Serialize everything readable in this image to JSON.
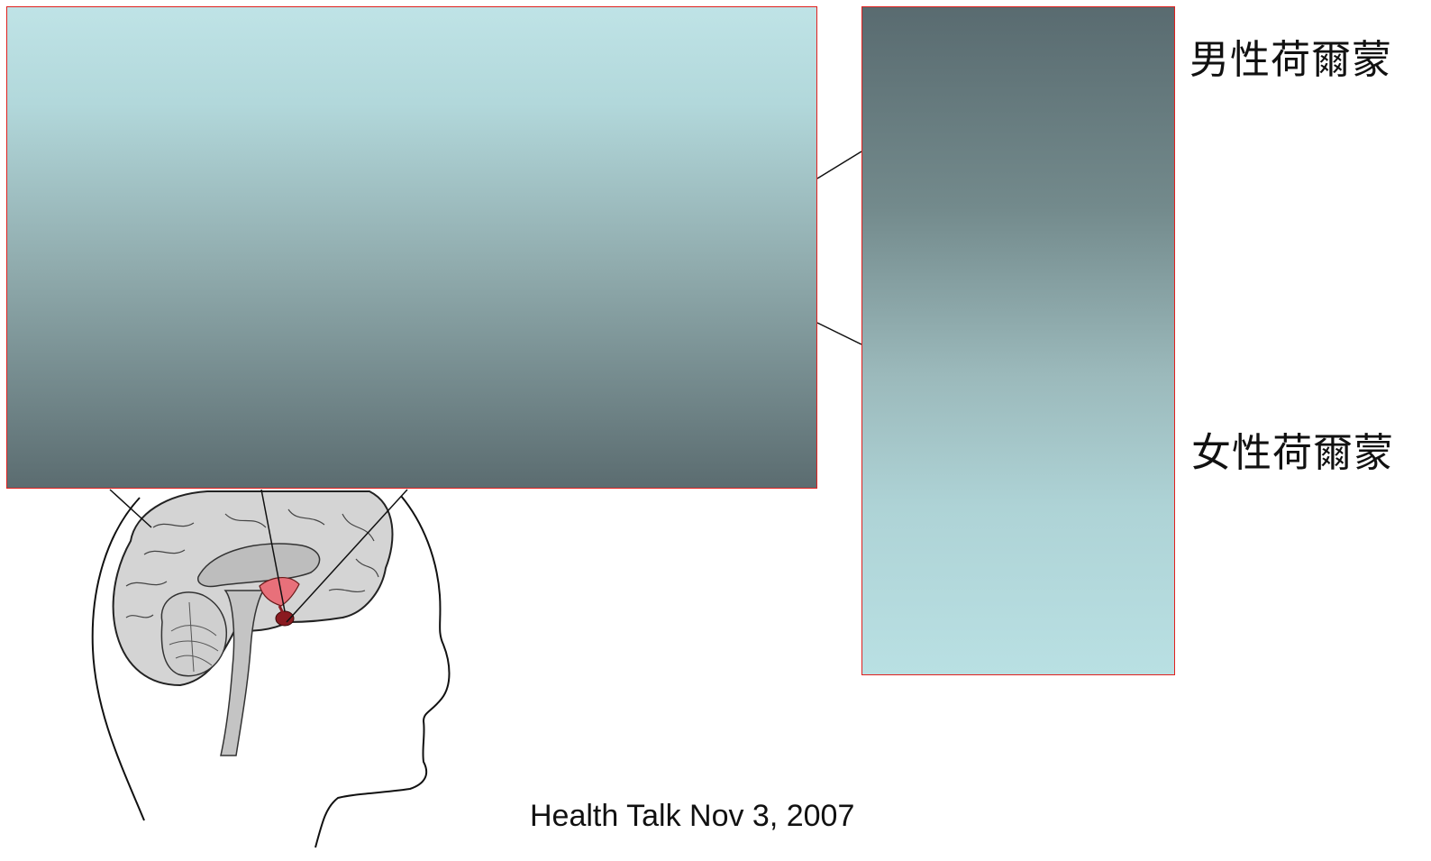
{
  "labels": {
    "male_hormone": "男性荷爾蒙",
    "female_hormone": "女性荷爾蒙"
  },
  "footer": {
    "text": "Health Talk Nov 3, 2007"
  },
  "colors": {
    "panel_border": "#e0201e",
    "panel_light": "#bfe3e6",
    "panel_dark": "#5b6c70",
    "hypothalamus": "#e8707a",
    "pituitary": "#8a1a20",
    "brain_fill": "#d4d4d4"
  },
  "icons": {
    "head": "head-profile-icon",
    "brain": "brain-icon",
    "pituitary": "pituitary-gland-icon"
  }
}
